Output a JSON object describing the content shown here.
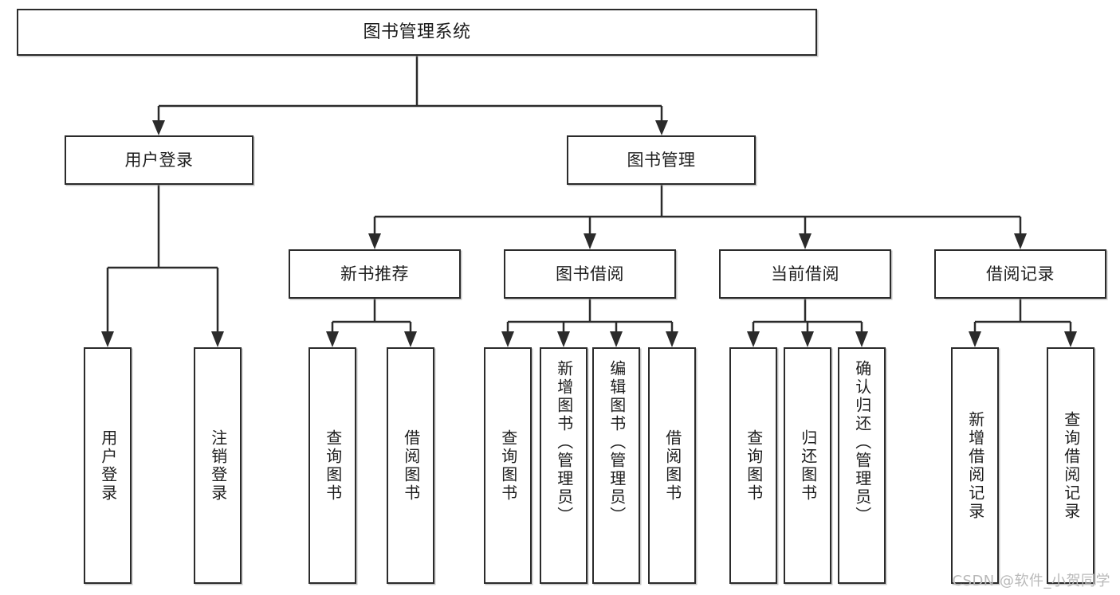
{
  "diagram": {
    "type": "tree",
    "title": "图书管理系统",
    "watermark": "CSDN @软件_小贺同学",
    "colors": {
      "stroke": "#2b2b2b",
      "fill": "#ffffff",
      "text": "#1d1d1d",
      "watermark": "#b9b9b9"
    },
    "root": {
      "label": "图书管理系统"
    },
    "level2": [
      {
        "label": "用户登录"
      },
      {
        "label": "图书管理"
      }
    ],
    "level3": [
      {
        "label": "新书推荐"
      },
      {
        "label": "图书借阅"
      },
      {
        "label": "当前借阅"
      },
      {
        "label": "借阅记录"
      }
    ],
    "leaves": {
      "user_login": [
        {
          "label": "用户登录"
        },
        {
          "label": "注销登录"
        }
      ],
      "new_book": [
        {
          "label": "查询图书"
        },
        {
          "label": "借阅图书"
        }
      ],
      "book_borrow": [
        {
          "label": "查询图书"
        },
        {
          "label": "新增图书（管理员）"
        },
        {
          "label": "编辑图书（管理员）"
        },
        {
          "label": "借阅图书"
        }
      ],
      "current_borrow": [
        {
          "label": "查询图书"
        },
        {
          "label": "归还图书"
        },
        {
          "label": "确认归还（管理员）"
        }
      ],
      "borrow_record": [
        {
          "label": "新增借阅记录"
        },
        {
          "label": "查询借阅记录"
        }
      ]
    }
  }
}
